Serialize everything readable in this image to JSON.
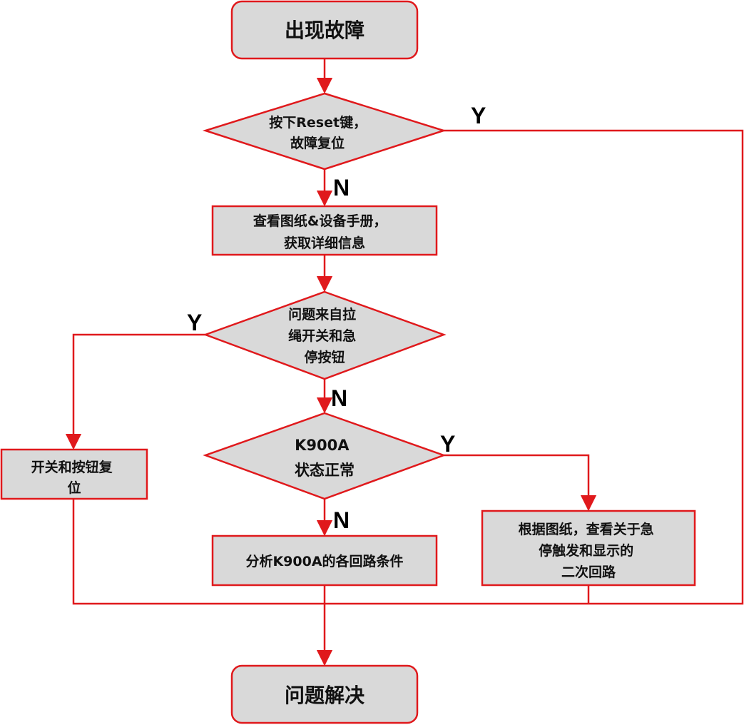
{
  "colors": {
    "stroke": "#e0191c",
    "node_fill": "#d9d9d9",
    "text": "#111111"
  },
  "nodes": {
    "start": {
      "lines": [
        "出现故障"
      ]
    },
    "reset_decision": {
      "lines": [
        "按下Reset键，",
        "故障复位"
      ]
    },
    "check_docs": {
      "lines": [
        "查看图纸&设备手册，",
        "获取详细信息"
      ]
    },
    "pullcord_decision": {
      "lines": [
        "问题来自拉",
        "绳开关和急",
        "停按钮"
      ]
    },
    "switch_reset": {
      "lines": [
        "开关和按钮复",
        "位"
      ]
    },
    "k900a_decision": {
      "lines": [
        "K900A",
        "状态正常"
      ]
    },
    "analyze_k900a": {
      "lines": [
        "分析K900A的各回路条件"
      ]
    },
    "check_estop_circuit": {
      "lines": [
        "根据图纸，查看关于急",
        "停触发和显示的",
        "二次回路"
      ]
    },
    "end": {
      "lines": [
        "问题解决"
      ]
    }
  },
  "edge_labels": {
    "reset_yes": "Y",
    "reset_no": "N",
    "pullcord_yes": "Y",
    "pullcord_no": "N",
    "k900a_yes": "Y",
    "k900a_no": "N"
  }
}
